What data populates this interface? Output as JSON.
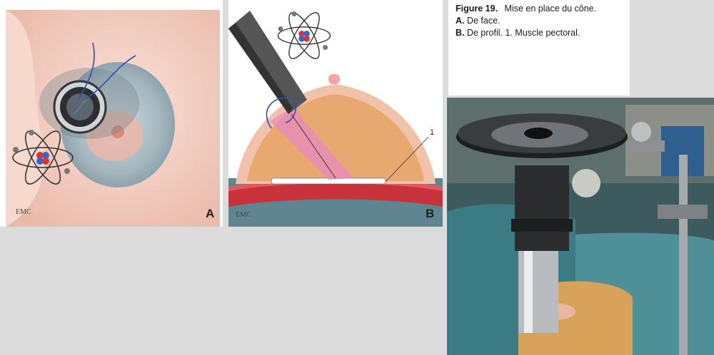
{
  "caption": {
    "figure_label": "Figure 19.",
    "figure_title": "Mise en place du cône.",
    "item_a_letter": "A.",
    "item_a_text": "De face.",
    "item_b_letter": "B.",
    "item_b_text": "De profil. 1. Muscle pectoral."
  },
  "panel_a": {
    "letter": "A",
    "publisher_mark": "EMC"
  },
  "panel_b": {
    "letter": "B",
    "publisher_mark": "EMC",
    "callout_number": "1"
  },
  "colors": {
    "skin": "#f2cfc3",
    "gland": "#b9c9d0",
    "fat": "#e8b07a",
    "muscle": "#c8323a",
    "beam": "#e88ac0",
    "rib": "#5f8590"
  },
  "icons": [
    "atom-icon",
    "atom-icon"
  ]
}
